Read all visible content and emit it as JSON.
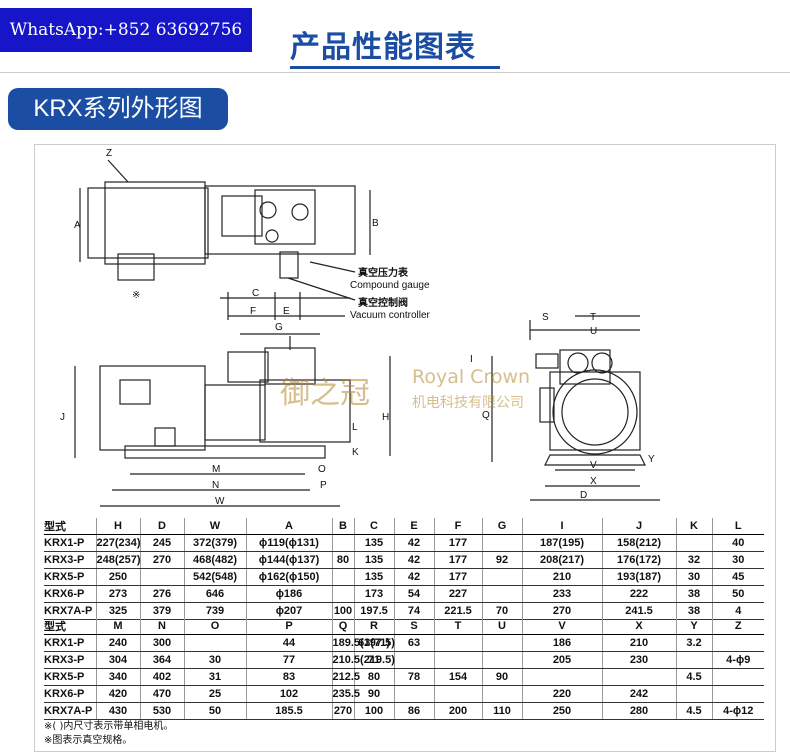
{
  "whatsapp": "WhatsApp:+852 63692756",
  "page_title": "产品性能图表",
  "section_title": "KRX系列外形图",
  "diagram": {
    "dim_letters": [
      "Z",
      "A",
      "B",
      "C",
      "E",
      "F",
      "G",
      "H",
      "J",
      "K",
      "L",
      "M",
      "N",
      "W",
      "O",
      "P",
      "S",
      "T",
      "U",
      "Q",
      "V",
      "X",
      "D",
      "Y",
      "I",
      "※"
    ],
    "gauge_cn": "真空压力表",
    "gauge_en": "Compound gauge",
    "controller_cn": "真空控制阀",
    "controller_en": "Vacuum controller"
  },
  "watermark": {
    "brand_cn": "御之冠",
    "brand_en": "Royal Crown",
    "sub_cn": "机电科技有限公司"
  },
  "table1": {
    "headers": [
      "型式",
      "H",
      "D",
      "W",
      "A",
      "B",
      "C",
      "E",
      "F",
      "G",
      "I",
      "J",
      "K",
      "L"
    ],
    "rows": [
      [
        "KRX1-P",
        "227(234)",
        "245",
        "372(379)",
        "ϕ119(ϕ131)",
        "",
        "135",
        "42",
        "177",
        "",
        "187(195)",
        "158(212)",
        "",
        "40"
      ],
      [
        "KRX3-P",
        "248(257)",
        "270",
        "468(482)",
        "ϕ144(ϕ137)",
        "80",
        "135",
        "42",
        "177",
        "92",
        "208(217)",
        "176(172)",
        "32",
        "30"
      ],
      [
        "KRX5-P",
        "250",
        "",
        "542(548)",
        "ϕ162(ϕ150)",
        "",
        "135",
        "42",
        "177",
        "",
        "210",
        "193(187)",
        "30",
        "45"
      ],
      [
        "KRX6-P",
        "273",
        "276",
        "646",
        "ϕ186",
        "",
        "173",
        "54",
        "227",
        "",
        "233",
        "222",
        "38",
        "50"
      ],
      [
        "KRX7A-P",
        "325",
        "379",
        "739",
        "ϕ207",
        "100",
        "197.5",
        "74",
        "221.5",
        "70",
        "270",
        "241.5",
        "38",
        "4"
      ]
    ]
  },
  "table2": {
    "headers": [
      "型式",
      "M",
      "N",
      "O",
      "P",
      "Q",
      "R",
      "S",
      "T",
      "U",
      "V",
      "X",
      "Y",
      "Z"
    ],
    "rows": [
      [
        "KRX1-P",
        "240",
        "300",
        "",
        "44",
        "189.5(197.5)",
        "63(71)",
        "63",
        "",
        "",
        "186",
        "210",
        "3.2",
        ""
      ],
      [
        "KRX3-P",
        "304",
        "364",
        "30",
        "77",
        "210.5(219.5)",
        "71",
        "",
        "",
        "",
        "205",
        "230",
        "",
        "4-ϕ9"
      ],
      [
        "KRX5-P",
        "340",
        "402",
        "31",
        "83",
        "212.5",
        "80",
        "78",
        "154",
        "90",
        "",
        "",
        "4.5",
        ""
      ],
      [
        "KRX6-P",
        "420",
        "470",
        "25",
        "102",
        "235.5",
        "90",
        "",
        "",
        "",
        "220",
        "242",
        "",
        ""
      ],
      [
        "KRX7A-P",
        "430",
        "530",
        "50",
        "185.5",
        "270",
        "100",
        "86",
        "200",
        "110",
        "250",
        "280",
        "4.5",
        "4-ϕ12"
      ]
    ]
  },
  "notes": [
    "※( )内尺寸表示带单相电机。",
    "※图表示真空规格。"
  ]
}
